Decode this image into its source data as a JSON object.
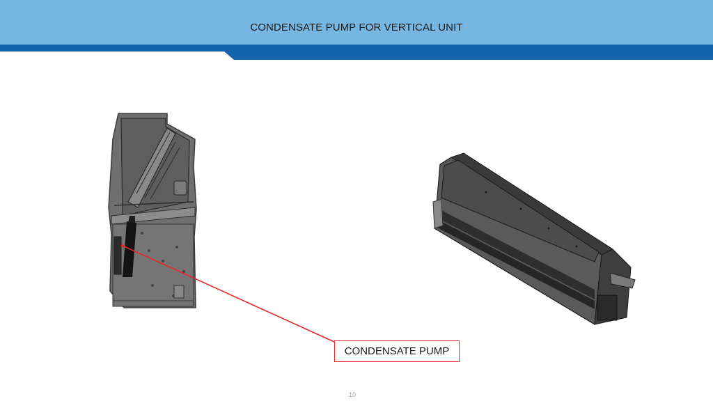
{
  "header": {
    "title": "CONDENSATE PUMP FOR VERTICAL UNIT",
    "band_color": "#76b6e1",
    "stripe_color": "#1565ad"
  },
  "callout": {
    "label": "CONDENSATE PUMP",
    "line_color": "#e8282a"
  },
  "footer": {
    "page_number": "10"
  }
}
